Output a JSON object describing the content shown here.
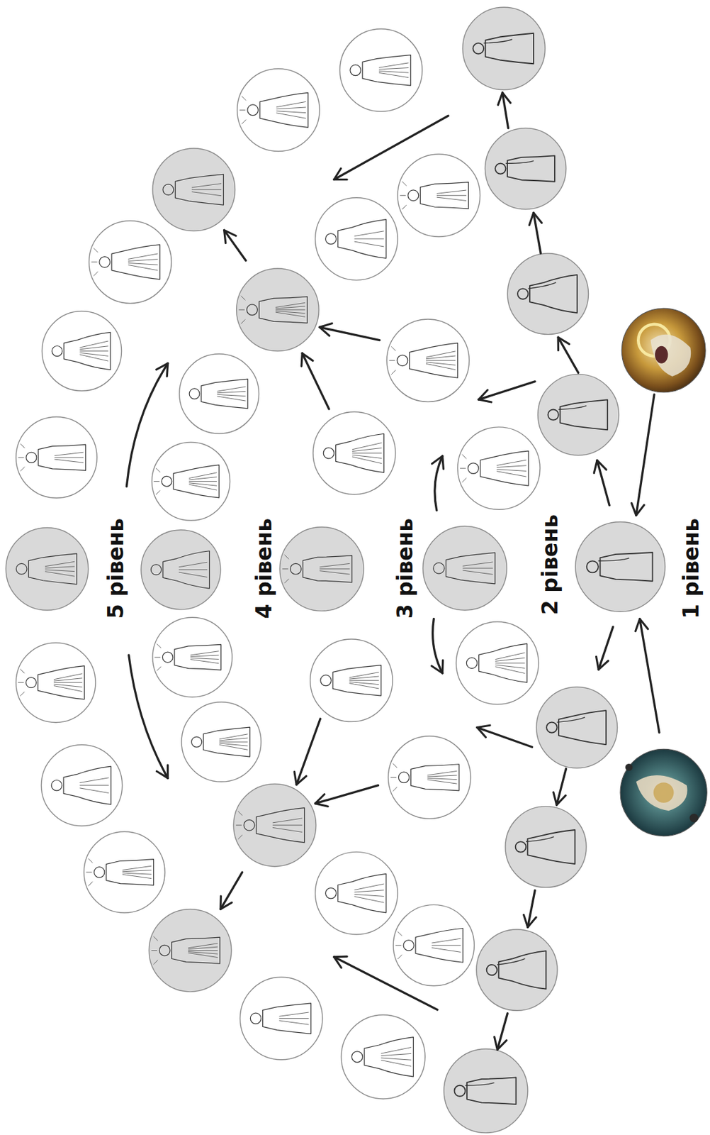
{
  "diagram": {
    "labels": [
      "1 рівень",
      "2 рівень",
      "3 рівень",
      "4 рівень",
      "5 рівень"
    ]
  }
}
